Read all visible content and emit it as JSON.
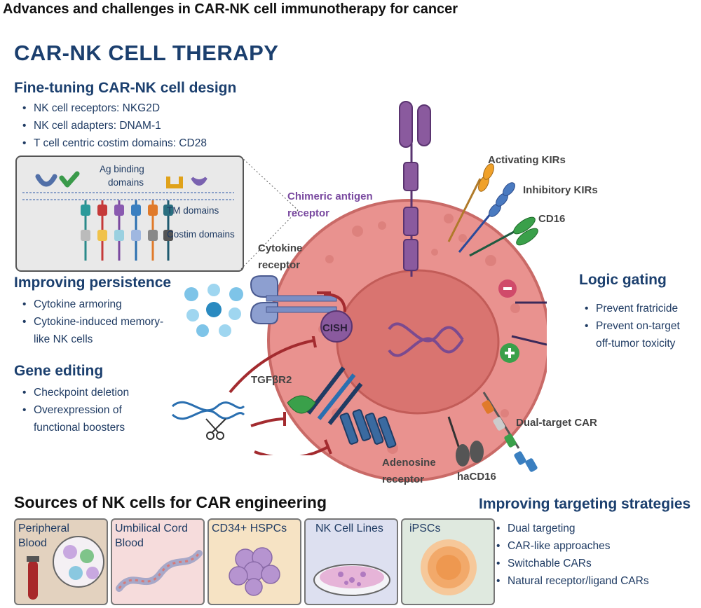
{
  "header": {
    "title": "Advances and challenges in CAR-NK cell immunotherapy for cancer"
  },
  "main_title": "CAR-NK CELL THERAPY",
  "fine_tuning": {
    "title": "Fine-tuning CAR-NK cell design",
    "items": [
      "NK cell receptors: NKG2D",
      "NK cell adapters: DNAM-1",
      "T cell centric costim domains: CD28"
    ]
  },
  "inset": {
    "ag_binding": "Ag binding",
    "domains": "domains",
    "tm_domains": "TM domains",
    "costim_domains": "Costim domains"
  },
  "persistence": {
    "title": "Improving persistence",
    "items": [
      "Cytokine armoring",
      "Cytokine-induced memory-like NK cells"
    ]
  },
  "gene_editing": {
    "title": "Gene editing",
    "items": [
      "Checkpoint deletion",
      "Overexpression of functional boosters"
    ]
  },
  "labels": {
    "car_line1": "Chimeric antigen",
    "car_line2": "receptor",
    "cytokine_line1": "Cytokine",
    "cytokine_line2": "receptor",
    "cish": "CISH",
    "tgfbr2": "TGFβR2",
    "adenosine_line1": "Adenosine",
    "adenosine_line2": "receptor",
    "hacd16": "haCD16",
    "dual_target": "Dual-target CAR",
    "activating_kirs": "Activating KIRs",
    "inhibitory_kirs": "Inhibitory KIRs",
    "cd16": "CD16"
  },
  "logic_gating": {
    "title": "Logic gating",
    "items": [
      "Prevent fratricide",
      "Prevent on-target off-tumor toxicity"
    ]
  },
  "sources": {
    "title": "Sources of NK cells for CAR engineering",
    "boxes": [
      {
        "label": "Peripheral Blood",
        "color": "#e3d2bf"
      },
      {
        "label": "Umbilical Cord Blood",
        "color": "#f6dcdc"
      },
      {
        "label": "CD34+ HSPCs",
        "color": "#f6e3c4"
      },
      {
        "label": "NK Cell Lines",
        "color": "#dde0f0"
      },
      {
        "label": "iPSCs",
        "color": "#dfe9df"
      }
    ]
  },
  "targeting": {
    "title": "Improving targeting strategies",
    "items": [
      "Dual targeting",
      "CAR-like approaches",
      "Switchable CARs",
      "Natural receptor/ligand CARs"
    ]
  },
  "colors": {
    "title_blue": "#1b3f6e",
    "cell_pink": "#e9928f",
    "nucleus": "#d97470",
    "car_purple": "#7b4a8f",
    "inhibit_red": "#a32b2f"
  }
}
